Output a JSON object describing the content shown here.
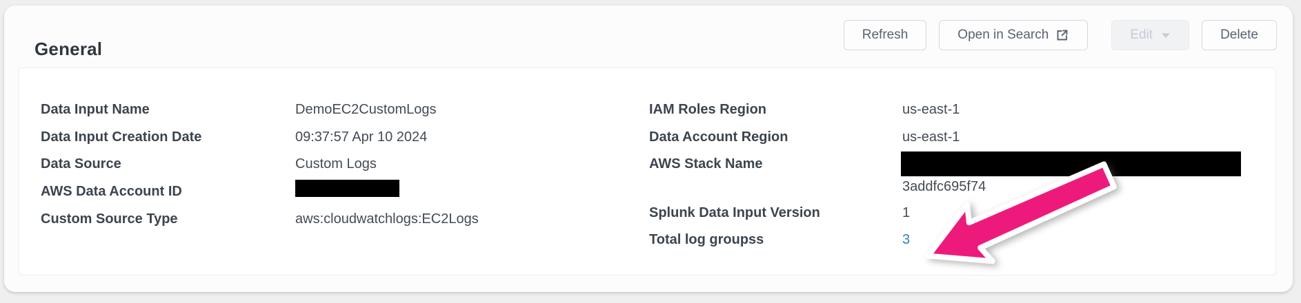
{
  "panel": {
    "title": "General"
  },
  "toolbar": {
    "refresh": "Refresh",
    "open_in_search": "Open in Search",
    "edit": "Edit",
    "delete": "Delete",
    "edit_disabled": true
  },
  "icons": {
    "open_in_search": "external-link-icon",
    "edit": "chevron-down-icon"
  },
  "fields": {
    "left": [
      {
        "label": "Data Input Name",
        "value": "DemoEC2CustomLogs"
      },
      {
        "label": "Data Input Creation Date",
        "value": "09:37:57 Apr 10 2024"
      },
      {
        "label": "Data Source",
        "value": "Custom Logs"
      },
      {
        "label": "AWS Data Account ID",
        "value": "",
        "redacted": true
      },
      {
        "label": "Custom Source Type",
        "value": "aws:cloudwatchlogs:EC2Logs"
      }
    ],
    "right": [
      {
        "label": "IAM Roles Region",
        "value": "us-east-1"
      },
      {
        "label": "Data Account Region",
        "value": "us-east-1"
      },
      {
        "label": "AWS Stack Name",
        "value": "3addfc695f74",
        "redacted_prefix": true
      },
      {
        "label": "Splunk Data Input Version",
        "value": "1"
      },
      {
        "label": "Total log groupss",
        "value": "3",
        "link": true
      }
    ]
  },
  "annotation": {
    "type": "arrow",
    "direction": "down-left",
    "points_to": "Total log groupss value"
  },
  "colors": {
    "accent_pink": "#ED1A7B",
    "link_blue": "#2F80B6",
    "redaction_black": "#000000"
  }
}
